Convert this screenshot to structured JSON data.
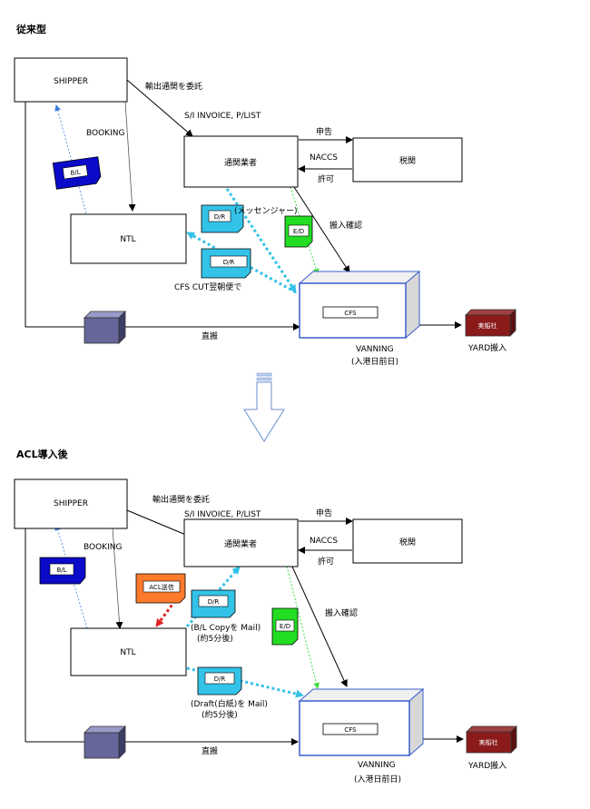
{
  "top": {
    "title": "従来型",
    "nodes": {
      "shipper": "SHIPPER",
      "broker": "通関業者",
      "customs": "税関",
      "ntl": "NTL",
      "cfs": "CFS",
      "yard_tag": "実船社"
    },
    "labels": {
      "consign": "輸出通関を委託",
      "invoice": "S/I INVOICE, P/LIST",
      "booking": "BOOKING",
      "declare": "申告",
      "naccs": "NACCS",
      "permit": "許可",
      "messenger": "(メッセンジャー)",
      "carry_in_confirm": "搬入確認",
      "cfs_cut": "CFS CUT翌朝便で",
      "direct": "直搬",
      "vanning": "VANNING",
      "vanning_sub": "(入港日前日)",
      "yard": "YARD搬入"
    },
    "docs": {
      "bl": "B/L",
      "dr1": "D/R",
      "dr2": "D/R",
      "ed": "E/D"
    }
  },
  "bottom": {
    "title": "ACL導入後",
    "nodes": {
      "shipper": "SHIPPER",
      "broker": "通関業者",
      "customs": "税関",
      "ntl": "NTL",
      "cfs": "CFS",
      "yard_tag": "実船社"
    },
    "labels": {
      "consign": "輸出通関を委託",
      "invoice": "S/I INVOICE, P/LIST",
      "booking": "BOOKING",
      "declare": "申告",
      "naccs": "NACCS",
      "permit": "許可",
      "carry_in_confirm": "搬入確認",
      "bl_copy_1": "(B/L Copyを Mail)",
      "bl_copy_2": "(約5分後)",
      "draft_1": "(Draft(白紙)を Mail)",
      "draft_2": "(約5分後)",
      "direct": "直搬",
      "vanning": "VANNING",
      "vanning_sub": "(入港日前日)",
      "yard": "YARD搬入"
    },
    "docs": {
      "bl": "B/L",
      "acl": "ACL送信",
      "dr1": "D/R",
      "dr2": "D/R",
      "ed": "E/D"
    }
  }
}
